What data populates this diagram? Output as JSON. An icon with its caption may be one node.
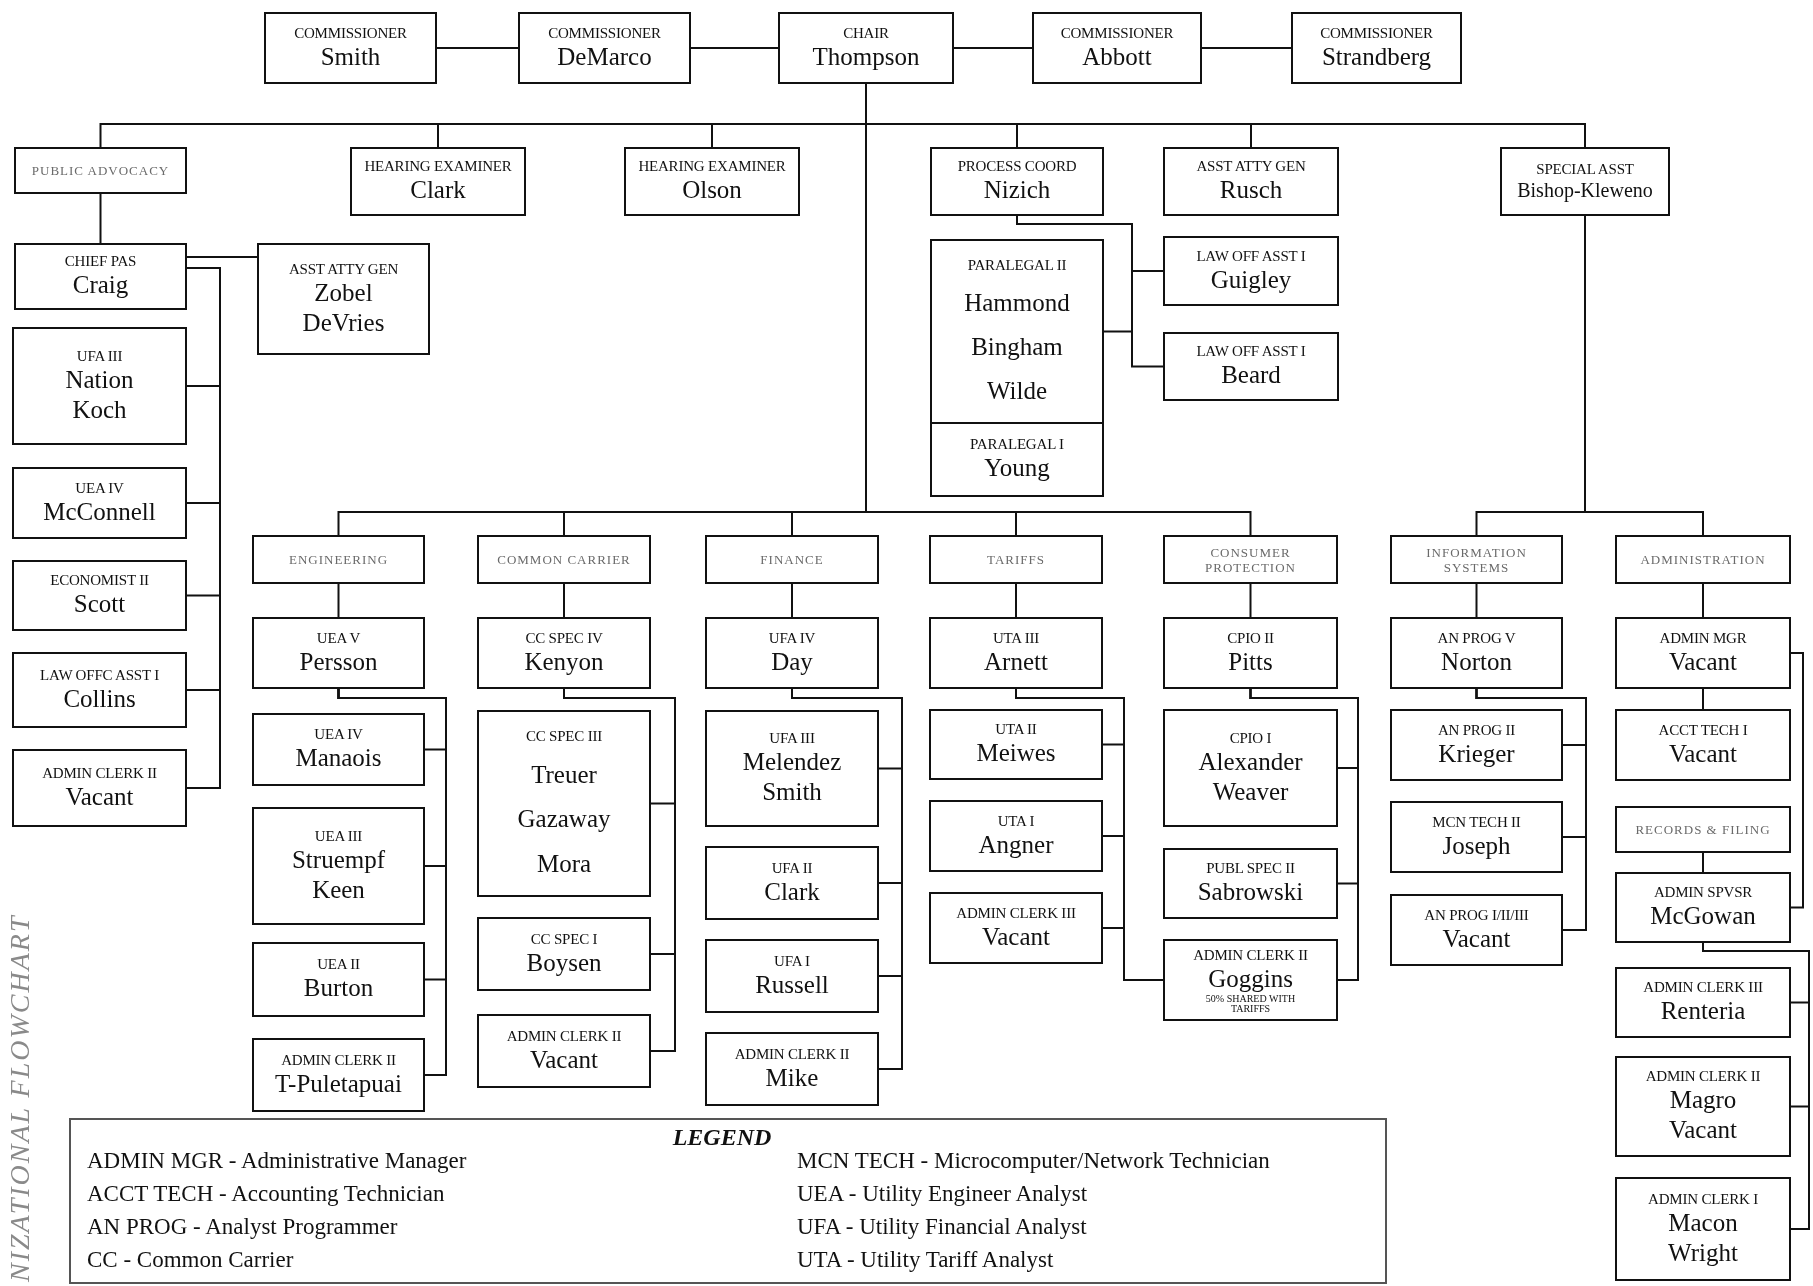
{
  "diagram": {
    "nodes": [
      {
        "text": [
          "COMMISSIONER",
          "Smith"
        ]
      },
      {
        "text": [
          "COMMISSIONER",
          "DeMarco"
        ]
      },
      {
        "text": [
          "CHAIR",
          "Thompson"
        ]
      },
      {
        "text": [
          "COMMISSIONER",
          "Abbott"
        ]
      },
      {
        "text": [
          "COMMISSIONER",
          "Strandberg"
        ]
      },
      {
        "text": [
          "PUBLIC ADVOCACY"
        ]
      },
      {
        "text": [
          "HEARING EXAMINER",
          "Clark"
        ]
      },
      {
        "text": [
          "HEARING EXAMINER",
          "Olson"
        ]
      },
      {
        "text": [
          "PROCESS COORD",
          "Nizich"
        ]
      },
      {
        "text": [
          "ASST ATTY GEN",
          "Rusch"
        ]
      },
      {
        "text": [
          "SPECIAL ASST",
          "Bishop-Kleweno"
        ]
      },
      {
        "text": [
          "CHIEF PAS",
          "Craig"
        ]
      },
      {
        "text": [
          "ASST ATTY GEN",
          "Zobel",
          "DeVries"
        ]
      },
      {
        "text": [
          "UFA III",
          "Nation",
          "Koch"
        ]
      },
      {
        "text": [
          "UEA IV",
          "McConnell"
        ]
      },
      {
        "text": [
          "ECONOMIST II",
          "Scott"
        ]
      },
      {
        "text": [
          "LAW OFFC ASST I",
          "Collins"
        ]
      },
      {
        "text": [
          "ADMIN CLERK II",
          "Vacant"
        ]
      },
      {
        "text": [
          "PARALEGAL II",
          "Hammond",
          "Bingham",
          "Wilde"
        ]
      },
      {
        "text": [
          "PARALEGAL I",
          "Young"
        ]
      },
      {
        "text": [
          "LAW OFF ASST I",
          "Guigley"
        ]
      },
      {
        "text": [
          "LAW OFF ASST I",
          "Beard"
        ]
      },
      {
        "text": [
          "ENGINEERING"
        ]
      },
      {
        "text": [
          "COMMON CARRIER"
        ]
      },
      {
        "text": [
          "FINANCE"
        ]
      },
      {
        "text": [
          "TARIFFS"
        ]
      },
      {
        "text": [
          "CONSUMER PROTECTION"
        ]
      },
      {
        "text": [
          "INFORMATION SYSTEMS"
        ]
      },
      {
        "text": [
          "ADMINISTRATION"
        ]
      },
      {
        "text": [
          "UEA V",
          "Persson"
        ]
      },
      {
        "text": [
          "UEA IV",
          "Manaois"
        ]
      },
      {
        "text": [
          "UEA III",
          "Struempf",
          "Keen"
        ]
      },
      {
        "text": [
          "UEA II",
          "Burton"
        ]
      },
      {
        "text": [
          "ADMIN CLERK II",
          "T-Puletapuai"
        ]
      },
      {
        "text": [
          "CC SPEC IV",
          "Kenyon"
        ]
      },
      {
        "text": [
          "CC SPEC III",
          "Treuer",
          "Gazaway",
          "Mora"
        ]
      },
      {
        "text": [
          "CC SPEC I",
          "Boysen"
        ]
      },
      {
        "text": [
          "ADMIN CLERK II",
          "Vacant"
        ]
      },
      {
        "text": [
          "UFA IV",
          "Day"
        ]
      },
      {
        "text": [
          "UFA III",
          "Melendez",
          "Smith"
        ]
      },
      {
        "text": [
          "UFA II",
          "Clark"
        ]
      },
      {
        "text": [
          "UFA I",
          "Russell"
        ]
      },
      {
        "text": [
          "ADMIN CLERK II",
          "Mike"
        ]
      },
      {
        "text": [
          "UTA III",
          "Arnett"
        ]
      },
      {
        "text": [
          "UTA II",
          "Meiwes"
        ]
      },
      {
        "text": [
          "UTA I",
          "Angner"
        ]
      },
      {
        "text": [
          "ADMIN CLERK III",
          "Vacant"
        ]
      },
      {
        "text": [
          "CPIO II",
          "Pitts"
        ]
      },
      {
        "text": [
          "CPIO I",
          "Alexander",
          "Weaver"
        ]
      },
      {
        "text": [
          "PUBL SPEC II",
          "Sabrowski"
        ]
      },
      {
        "text": [
          "ADMIN CLERK II",
          "Goggins",
          "50% SHARED WITH TARIFFS"
        ]
      },
      {
        "text": [
          "AN PROG V",
          "Norton"
        ]
      },
      {
        "text": [
          "AN PROG II",
          "Krieger"
        ]
      },
      {
        "text": [
          "MCN TECH II",
          "Joseph"
        ]
      },
      {
        "text": [
          "AN PROG I/II/III",
          "Vacant"
        ]
      },
      {
        "text": [
          "ADMIN MGR",
          "Vacant"
        ]
      },
      {
        "text": [
          "ACCT TECH I",
          "Vacant"
        ]
      },
      {
        "text": [
          "RECORDS & FILING"
        ]
      },
      {
        "text": [
          "ADMIN SPVSR",
          "McGowan"
        ]
      },
      {
        "text": [
          "ADMIN CLERK III",
          "Renteria"
        ]
      },
      {
        "text": [
          "ADMIN CLERK II",
          "Magro",
          "Vacant"
        ]
      },
      {
        "text": [
          "ADMIN CLERK I",
          "Macon",
          "Wright"
        ]
      },
      {
        "text": [
          "LEGEND",
          "ADMIN MGR - Administrative Manager",
          "ACCT TECH - Accounting Technician",
          "AN PROG - Analyst Programmer",
          "CC - Common Carrier",
          "MCN TECH - Microcomputer/Network Technician",
          "UEA - Utility Engineer Analyst",
          "UFA - Utility Financial Analyst",
          "UTA - Utility Tariff Analyst"
        ]
      }
    ],
    "edges": [
      {
        "from": 0,
        "to": 1,
        "arrow": "none"
      },
      {
        "from": 1,
        "to": 2,
        "arrow": "none"
      },
      {
        "from": 2,
        "to": 3,
        "arrow": "none"
      },
      {
        "from": 3,
        "to": 4,
        "arrow": "none"
      },
      {
        "from": 2,
        "to": 5,
        "arrow": "none"
      },
      {
        "from": 2,
        "to": 6,
        "arrow": "none"
      },
      {
        "from": 2,
        "to": 7,
        "arrow": "none"
      },
      {
        "from": 2,
        "to": 8,
        "arrow": "none"
      },
      {
        "from": 2,
        "to": 9,
        "arrow": "none"
      },
      {
        "from": 2,
        "to": 10,
        "arrow": "none"
      },
      {
        "from": 5,
        "to": 11,
        "arrow": "none"
      },
      {
        "from": 11,
        "to": 12,
        "arrow": "none"
      },
      {
        "from": 11,
        "to": 13,
        "arrow": "none"
      },
      {
        "from": 11,
        "to": 14,
        "arrow": "none"
      },
      {
        "from": 11,
        "to": 15,
        "arrow": "none"
      },
      {
        "from": 11,
        "to": 16,
        "arrow": "none"
      },
      {
        "from": 11,
        "to": 17,
        "arrow": "none"
      },
      {
        "from": 8,
        "to": 18,
        "arrow": "none"
      },
      {
        "from": 8,
        "to": 20,
        "arrow": "none"
      },
      {
        "from": 8,
        "to": 21,
        "arrow": "none"
      },
      {
        "from": 2,
        "to": 22,
        "arrow": "none"
      },
      {
        "from": 2,
        "to": 23,
        "arrow": "none"
      },
      {
        "from": 2,
        "to": 24,
        "arrow": "none"
      },
      {
        "from": 2,
        "to": 25,
        "arrow": "none"
      },
      {
        "from": 2,
        "to": 26,
        "arrow": "none"
      },
      {
        "from": 10,
        "to": 27,
        "arrow": "none"
      },
      {
        "from": 10,
        "to": 28,
        "arrow": "none"
      },
      {
        "from": 22,
        "to": 29,
        "arrow": "none"
      },
      {
        "from": 29,
        "to": 30,
        "arrow": "none"
      },
      {
        "from": 29,
        "to": 31,
        "arrow": "none"
      },
      {
        "from": 29,
        "to": 32,
        "arrow": "none"
      },
      {
        "from": 29,
        "to": 33,
        "arrow": "none"
      },
      {
        "from": 23,
        "to": 34,
        "arrow": "none"
      },
      {
        "from": 34,
        "to": 35,
        "arrow": "none"
      },
      {
        "from": 34,
        "to": 36,
        "arrow": "none"
      },
      {
        "from": 34,
        "to": 37,
        "arrow": "none"
      },
      {
        "from": 24,
        "to": 38,
        "arrow": "none"
      },
      {
        "from": 38,
        "to": 39,
        "arrow": "none"
      },
      {
        "from": 38,
        "to": 40,
        "arrow": "none"
      },
      {
        "from": 38,
        "to": 41,
        "arrow": "none"
      },
      {
        "from": 38,
        "to": 42,
        "arrow": "none"
      },
      {
        "from": 25,
        "to": 43,
        "arrow": "none"
      },
      {
        "from": 43,
        "to": 44,
        "arrow": "none"
      },
      {
        "from": 43,
        "to": 45,
        "arrow": "none"
      },
      {
        "from": 43,
        "to": 46,
        "arrow": "none"
      },
      {
        "from": 43,
        "to": 50,
        "arrow": "none"
      },
      {
        "from": 26,
        "to": 47,
        "arrow": "none"
      },
      {
        "from": 47,
        "to": 48,
        "arrow": "none"
      },
      {
        "from": 47,
        "to": 49,
        "arrow": "none"
      },
      {
        "from": 47,
        "to": 50,
        "arrow": "none"
      },
      {
        "from": 27,
        "to": 51,
        "arrow": "none"
      },
      {
        "from": 51,
        "to": 52,
        "arrow": "none"
      },
      {
        "from": 51,
        "to": 53,
        "arrow": "none"
      },
      {
        "from": 51,
        "to": 54,
        "arrow": "none"
      },
      {
        "from": 28,
        "to": 55,
        "arrow": "none"
      },
      {
        "from": 55,
        "to": 56,
        "arrow": "none"
      },
      {
        "from": 57,
        "to": 58,
        "arrow": "none"
      },
      {
        "from": 55,
        "to": 58,
        "arrow": "none"
      },
      {
        "from": 58,
        "to": 59,
        "arrow": "none"
      },
      {
        "from": 58,
        "to": 60,
        "arrow": "none"
      },
      {
        "from": 58,
        "to": 61,
        "arrow": "none"
      }
    ],
    "labels": [
      "NIZATIONAL FLOWCHART"
    ]
  }
}
